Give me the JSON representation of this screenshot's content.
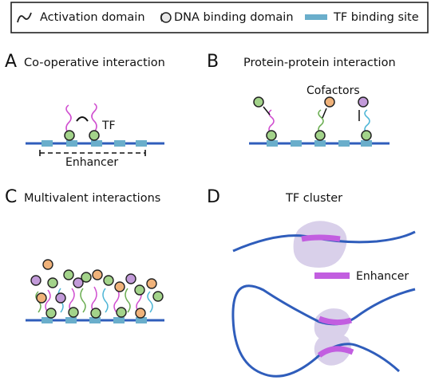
{
  "legend": {
    "activation_domain": "Activation domain",
    "dna_binding_domain": "DNA binding domain",
    "tf_binding_site": "TF binding site"
  },
  "panels": {
    "a": {
      "letter": "A",
      "title": "Co-operative interaction",
      "tf_label": "TF",
      "enhancer_label": "Enhancer"
    },
    "b": {
      "letter": "B",
      "title": "Protein-protein interaction",
      "cofactors_label": "Cofactors"
    },
    "c": {
      "letter": "C",
      "title": "Multivalent interactions"
    },
    "d": {
      "letter": "D",
      "title": "TF cluster",
      "enhancer_label": "Enhancer"
    }
  },
  "colors": {
    "dna": "#2f5dbb",
    "binding_site": "#6aaecb",
    "activation_magenta": "#d04fd0",
    "activation_cyan": "#4fb6d6",
    "activation_green": "#6cae53",
    "tf_green": "#a3d38a",
    "tf_orange": "#f0b27a",
    "tf_purple": "#c29ad9",
    "cluster_fill": "#d9d0ea",
    "enhancer_bar": "#c25ee0"
  }
}
